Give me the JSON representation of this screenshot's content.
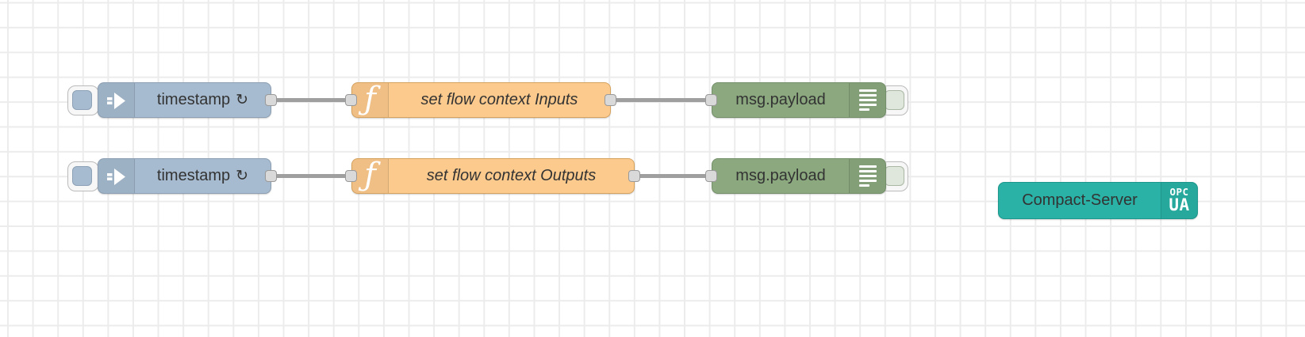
{
  "canvas": {
    "background": "#ffffff",
    "grid_color": "#ececec"
  },
  "palette": {
    "inject_node": "#a6bbcf",
    "function_node": "#fcca8d",
    "debug_node": "#8ba87f",
    "opcua_server_node": "#29b2a5",
    "wire": "#9f9f9f",
    "port": "#d9d9d9",
    "label_text": "#333333",
    "icon_text": "#ffffff"
  },
  "nodes": {
    "inject1": {
      "type": "inject",
      "label": "timestamp",
      "repeat_icon": "↻"
    },
    "function1": {
      "type": "function",
      "icon_glyph": "ƒ",
      "label": "set flow context Inputs"
    },
    "debug1": {
      "type": "debug",
      "label": "msg.payload"
    },
    "inject2": {
      "type": "inject",
      "label": "timestamp",
      "repeat_icon": "↻"
    },
    "function2": {
      "type": "function",
      "icon_glyph": "ƒ",
      "label": "set flow context Outputs"
    },
    "debug2": {
      "type": "debug",
      "label": "msg.payload"
    },
    "server": {
      "type": "opcua-compact-server",
      "label": "Compact-Server",
      "badge_line1": "OPC",
      "badge_line2": "UA"
    }
  },
  "wires": [
    {
      "from": "inject1 output",
      "to": "function1 input"
    },
    {
      "from": "function1 output",
      "to": "debug1 input"
    },
    {
      "from": "inject2 output",
      "to": "function2 input"
    },
    {
      "from": "function2 output",
      "to": "debug2 input"
    }
  ]
}
